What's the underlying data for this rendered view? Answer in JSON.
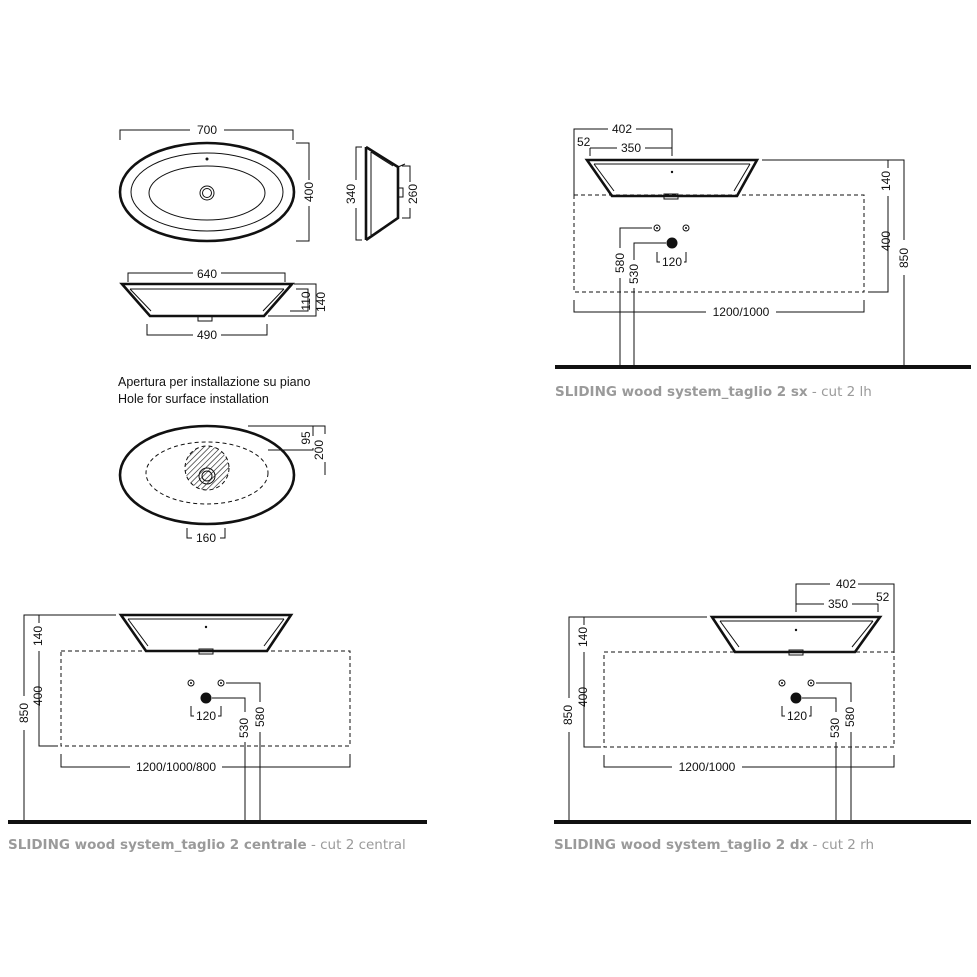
{
  "top_view": {
    "width_label": "700",
    "depth_label": "400"
  },
  "side_view": {
    "outer_label": "340",
    "inner_label": "260"
  },
  "front_view": {
    "top_label": "640",
    "bottom_label": "490",
    "height_inner_label": "110",
    "height_outer_label": "140"
  },
  "installation_note": {
    "line1": "Apertura per installazione su piano",
    "line2": "Hole for surface installation",
    "label_95": "95",
    "label_200": "200",
    "label_160": "160"
  },
  "panel_sx": {
    "label_402": "402",
    "label_52": "52",
    "label_350": "350",
    "label_140": "140",
    "label_400": "400",
    "label_850": "850",
    "label_580": "580",
    "label_530": "530",
    "label_120": "120",
    "label_width": "1200/1000",
    "caption_bold": "SLIDING wood system_taglio 2 sx",
    "caption_rest": " - cut 2 lh"
  },
  "panel_central": {
    "label_140": "140",
    "label_400": "400",
    "label_850": "850",
    "label_530": "530",
    "label_580": "580",
    "label_120": "120",
    "label_width": "1200/1000/800",
    "caption_bold": "SLIDING wood system_taglio 2 centrale",
    "caption_rest": " - cut 2 central"
  },
  "panel_dx": {
    "label_402": "402",
    "label_350": "350",
    "label_52": "52",
    "label_140": "140",
    "label_400": "400",
    "label_850": "850",
    "label_530": "530",
    "label_580": "580",
    "label_120": "120",
    "label_width": "1200/1000",
    "caption_bold": "SLIDING wood system_taglio 2 dx",
    "caption_rest": " - cut 2 rh"
  }
}
